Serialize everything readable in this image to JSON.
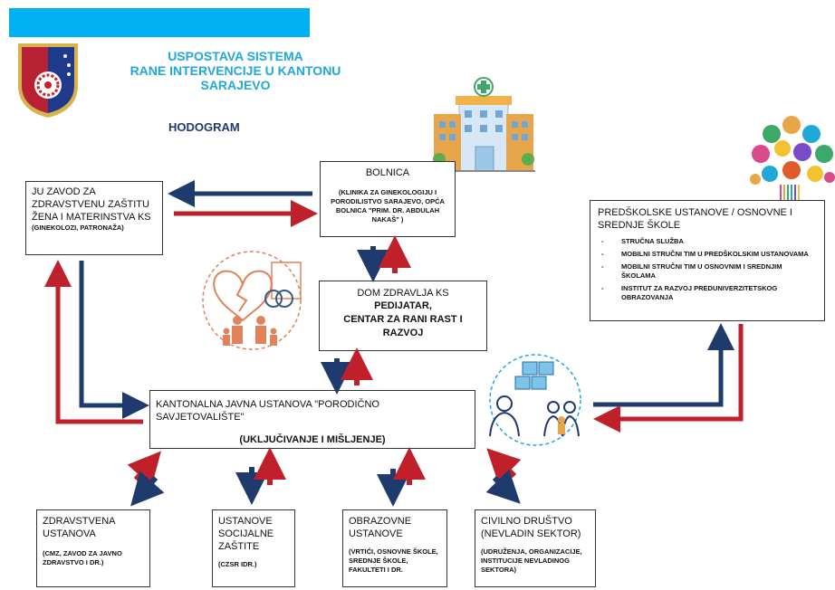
{
  "header": {
    "title_lines": [
      "USPOSTAVA SISTEMA",
      "RANE INTERVENCIJE U KANTONU",
      "SARAJEVO"
    ],
    "hodogram": "HODOGRAM"
  },
  "boxes": {
    "bolnica": {
      "title": "BOLNICA",
      "sub": "(KLINIKA ZA GINEKOLOGIJU I PORODILISTVO SARAJEVO, OPĆA BOLNICA \"PRIM. DR. ABDULAH NAKAŠ\" )"
    },
    "ju_zavod": {
      "title": "JU ZAVOD ZA ZDRAVSTVENU ZAŠTITU ŽENA I MATERINSTVA KS",
      "sub": "(GINEKOLOZI, PATRONAŽA)"
    },
    "dom_zdravlja": {
      "title": "DOM ZDRAVLJA KS",
      "line1": "PEDIJATAR,",
      "line2": "CENTAR ZA RANI RAST I RAZVOJ"
    },
    "predskolske": {
      "title": "PREDŠKOLSKE USTANOVE / OSNOVNE I SREDNJE ŠKOLE",
      "items": [
        "STRUČNA SLUŽBA",
        "MOBILNI STRUČNI TIM U PREDŠKOLSKIM USTANOVAMA",
        "MOBILNI STRUČNI TIM U OSNOVNIM I SREDNJIM ŠKOLAMA",
        "INSTITUT ZA RAZVOJ PREDUNIVERZITETSKOG OBRAZOVANJA"
      ]
    },
    "kantonalna": {
      "title": "KANTONALNA JAVNA USTANOVA \"PORODIČNO SAVJETOVALIŠTE\"",
      "sub": "(UKLJUČIVANJE I MIŠLJENJE)"
    },
    "zdravstvena": {
      "title": "ZDRAVSTVENA USTANOVA",
      "sub": "(CMZ, ZAVOD ZA JAVNO ZDRAVSTVO I DR.)"
    },
    "socijalne": {
      "title": "USTANOVE SOCIJALNE ZAŠTITE",
      "sub": "(CZSR IDR.)"
    },
    "obrazovne": {
      "title": "OBRAZOVNE USTANOVE",
      "sub": "(VRTIĆI, OSNOVNE ŠKOLE, SREDNJE ŠKOLE, FAKULTETI I DR."
    },
    "civilno": {
      "title": "CIVILNO DRUŠTVO (NEVLADIN SEKTOR)",
      "sub": "(UDRUŽENJA, ORGANIZACIJE, INSTITUCIJE NEVLADINOG SEKTORA)"
    }
  },
  "colors": {
    "accent": "#00b0f0",
    "arrow_blue": "#1f3a6d",
    "arrow_red": "#c0202a",
    "title": "#1fa8d8"
  },
  "icons": [
    "coat-of-arms-icon",
    "hospital-icon",
    "family-heart-icon",
    "education-tree-icon",
    "counseling-puzzle-icon"
  ]
}
